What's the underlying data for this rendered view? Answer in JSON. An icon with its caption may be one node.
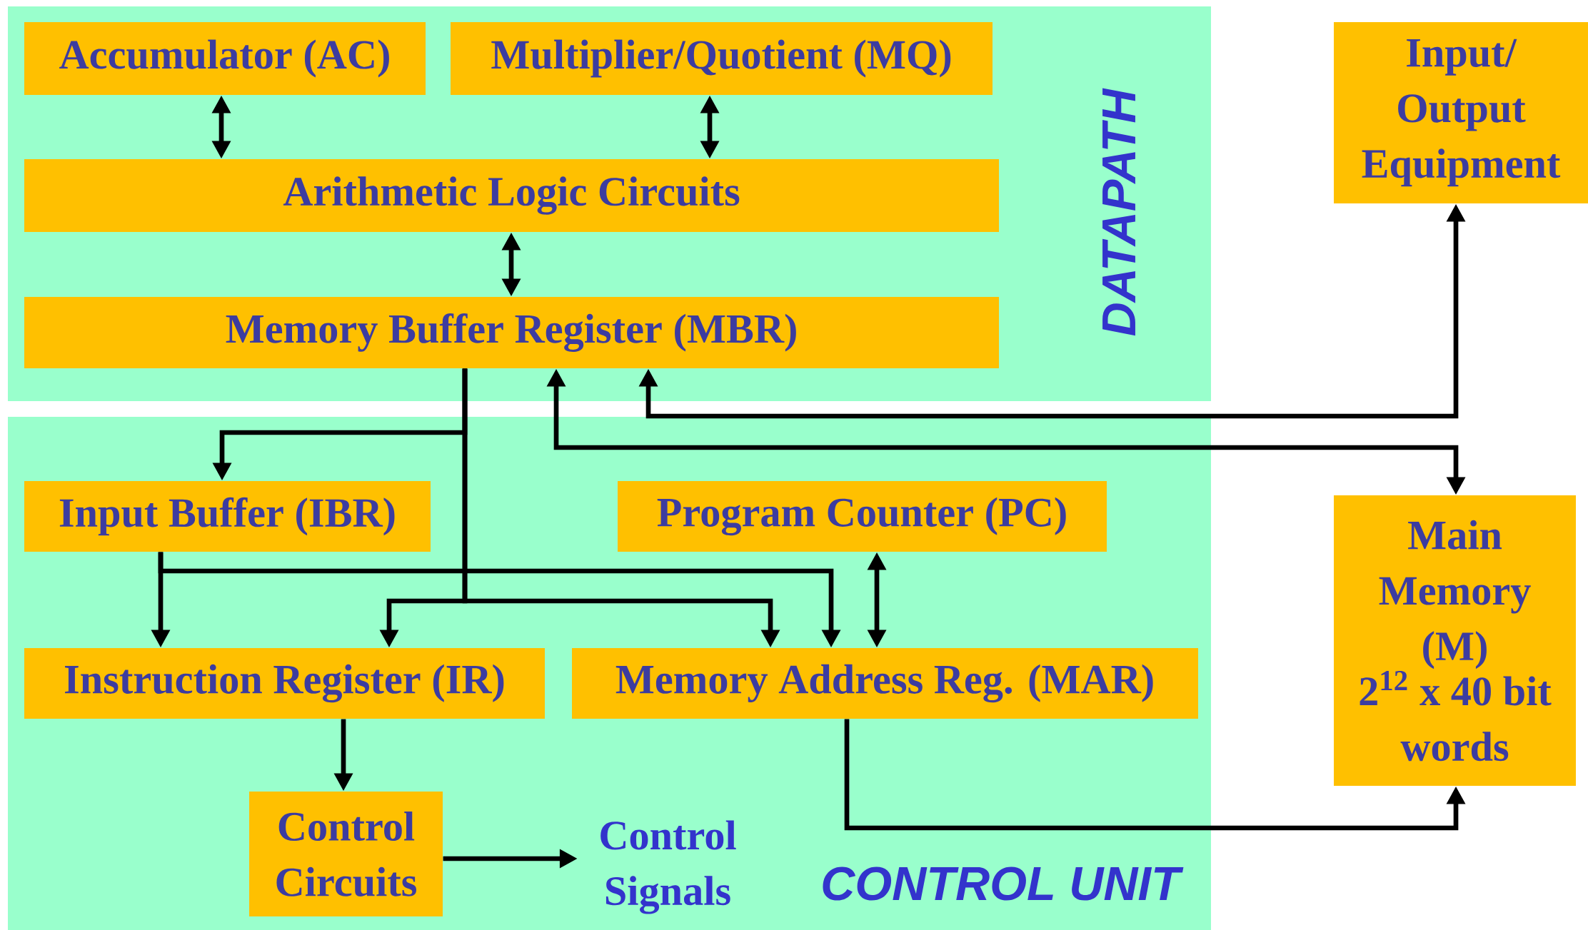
{
  "diagram": {
    "nodes": [
      {
        "text": [
          "DATAPATH"
        ]
      },
      {
        "text": [
          "Accumulator (AC)"
        ],
        "in": 0
      },
      {
        "text": [
          "Multiplier/Quotient (MQ)"
        ],
        "in": 0
      },
      {
        "text": [
          "Arithmetic Logic Circuits"
        ],
        "in": 0
      },
      {
        "text": [
          "Memory Buffer Register (MBR)"
        ],
        "in": 0
      },
      {
        "text": [
          "Input/ Output Equipment"
        ]
      },
      {
        "text": [
          "CONTROL UNIT"
        ]
      },
      {
        "text": [
          "Input Buffer (IBR)"
        ],
        "in": 6
      },
      {
        "text": [
          "Program Counter (PC)"
        ],
        "in": 6
      },
      {
        "text": [
          "Instruction Register (IR)"
        ],
        "in": 6
      },
      {
        "text": [
          "Memory Address Reg. (MAR)"
        ],
        "in": 6
      },
      {
        "text": [
          "Control Circuits"
        ],
        "in": 6
      },
      {
        "text": [
          "Control Signals"
        ],
        "in": 6
      },
      {
        "text": [
          "Main Memory (M)",
          "2$^{12}$ x 40 bit words"
        ]
      }
    ],
    "edges": [
      {
        "from": 1,
        "to": 3,
        "arrow": "both"
      },
      {
        "from": 2,
        "to": 3,
        "arrow": "both"
      },
      {
        "from": 3,
        "to": 4,
        "arrow": "both"
      },
      {
        "from": 4,
        "to": 7,
        "arrow": "to"
      },
      {
        "from": 4,
        "to": 9,
        "arrow": "to"
      },
      {
        "from": 4,
        "to": 10,
        "arrow": "to"
      },
      {
        "from": 7,
        "to": 9,
        "arrow": "to"
      },
      {
        "from": 7,
        "to": 10,
        "arrow": "to"
      },
      {
        "from": 8,
        "to": 10,
        "arrow": "both"
      },
      {
        "from": 5,
        "to": 4,
        "arrow": "both"
      },
      {
        "from": 13,
        "to": 4,
        "arrow": "both"
      },
      {
        "from": 10,
        "to": 13,
        "arrow": "to"
      },
      {
        "from": 9,
        "to": 11,
        "arrow": "to"
      },
      {
        "from": 11,
        "to": 12,
        "arrow": "to"
      }
    ]
  }
}
